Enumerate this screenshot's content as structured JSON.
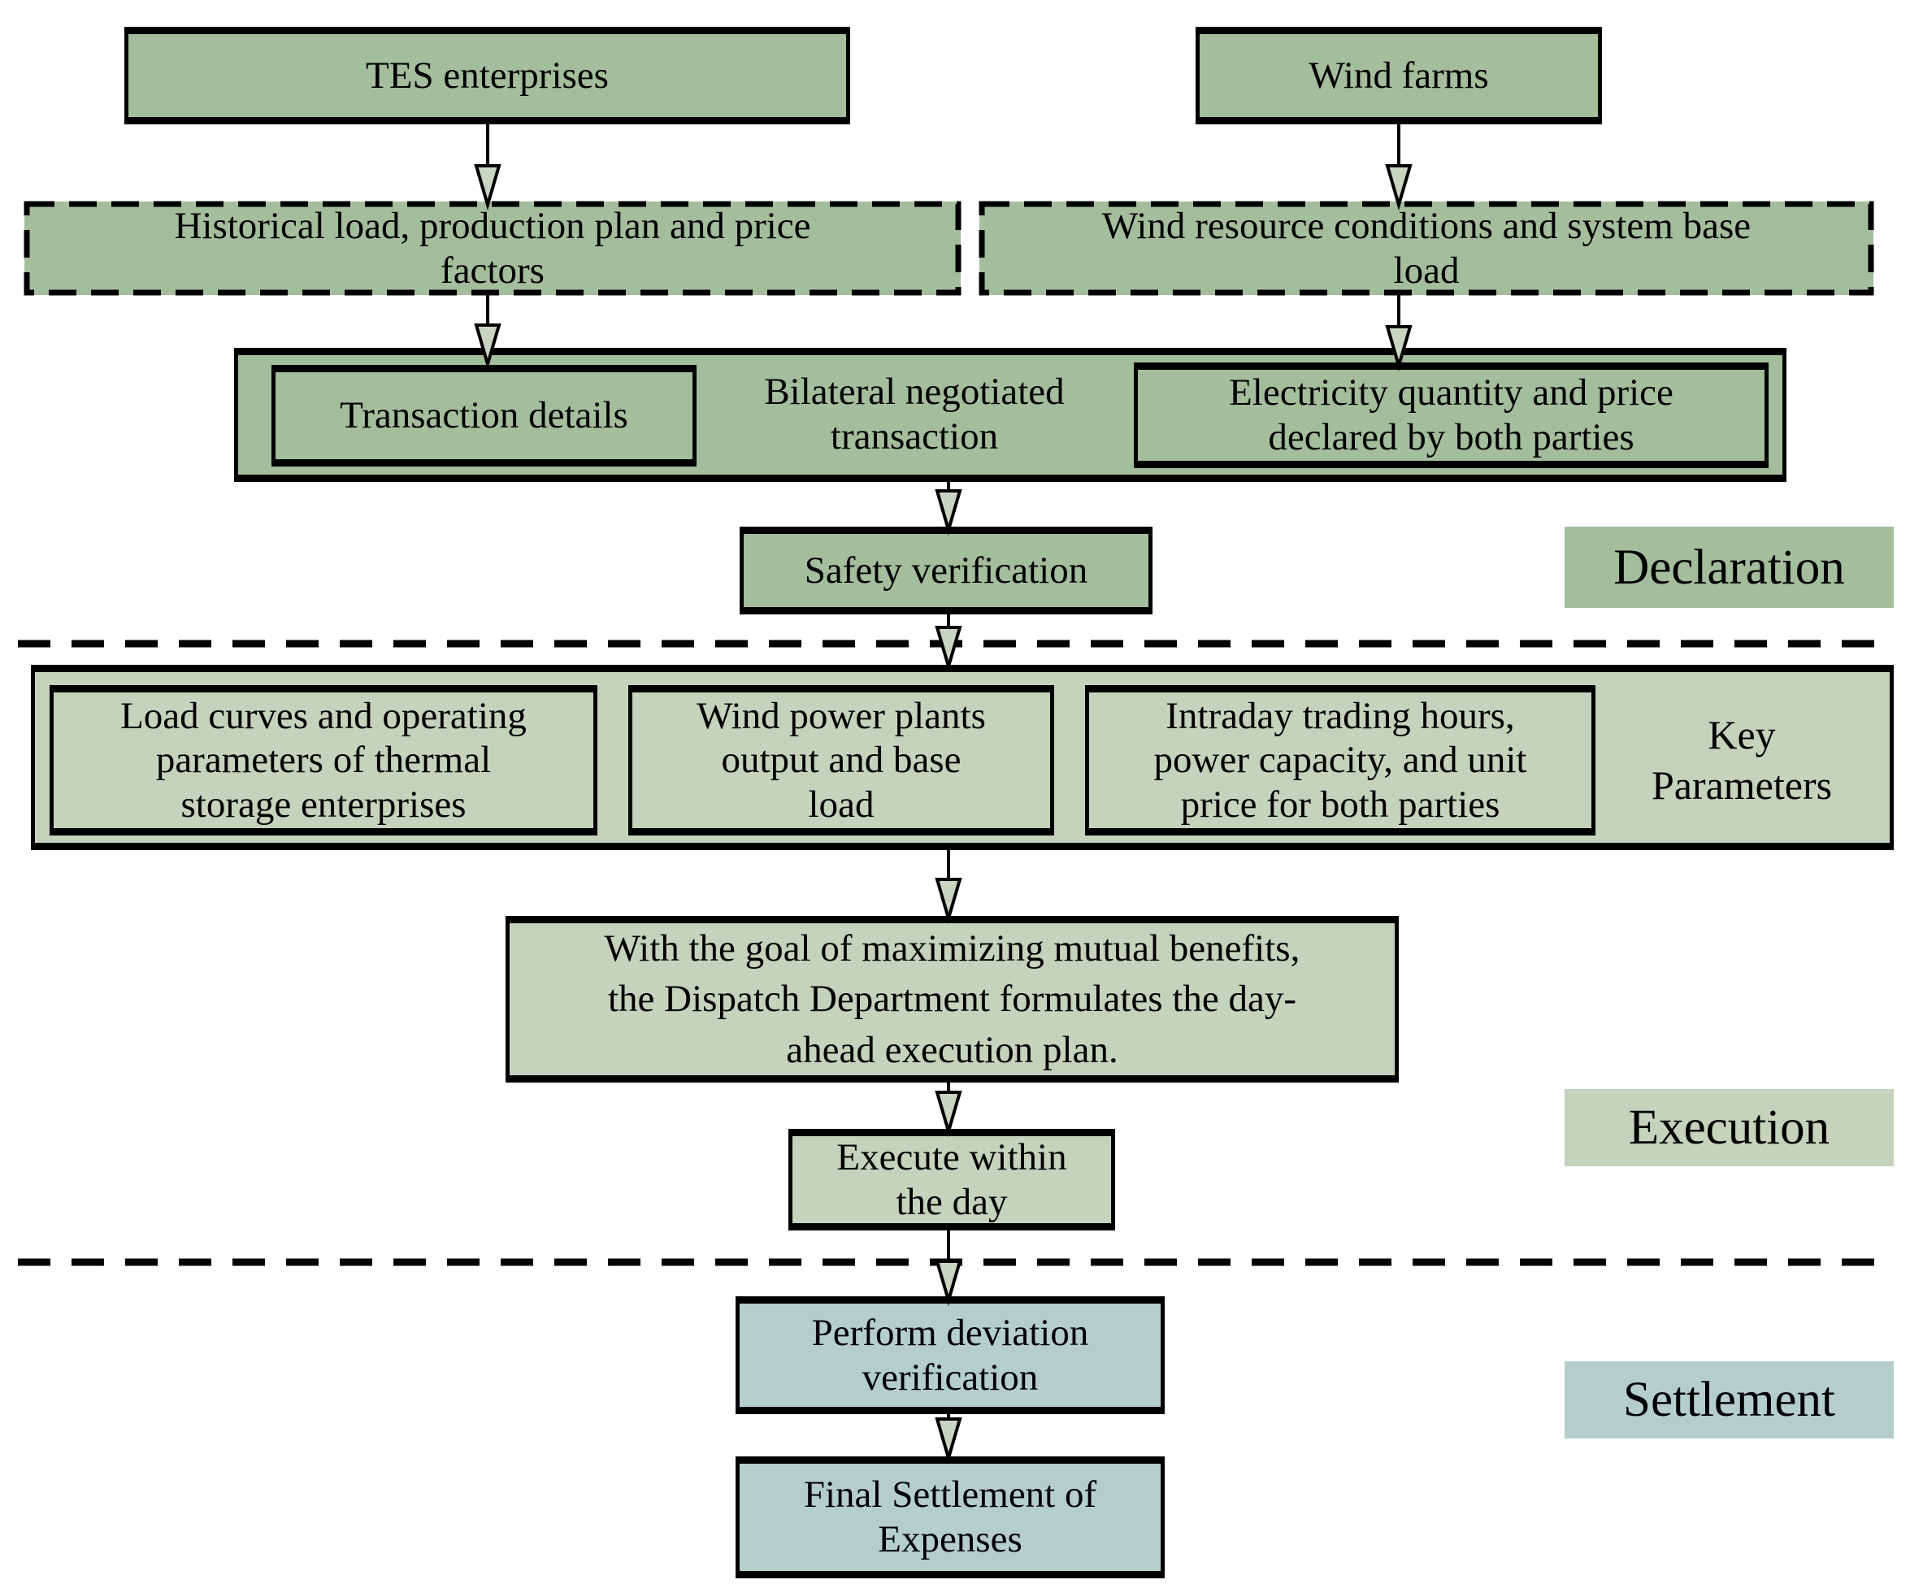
{
  "figure": {
    "type": "flowchart",
    "nodes": {
      "tes": "TES enterprises",
      "wind_farms": "Wind farms",
      "historical": "Historical load, production plan and price\nfactors",
      "wind_resource": "Wind resource conditions and system base\nload",
      "transaction_details": "Transaction details",
      "bilateral": "Bilateral negotiated\ntransaction",
      "electricity": "Electricity quantity and price\ndeclared by both parties",
      "safety": "Safety verification",
      "load_curves": "Load curves and operating\nparameters of thermal\nstorage enterprises",
      "wind_output": "Wind power plants\noutput and base\nload",
      "intraday": "Intraday trading hours,\npower capacity, and unit\nprice for both parties",
      "key_parameters": "Key\nParameters",
      "dispatch_plan": "With the goal of maximizing mutual benefits,\nthe Dispatch Department formulates the day-\nahead execution plan.",
      "execute_day": "Execute within\nthe day",
      "perform_deviation": "Perform deviation\nverification",
      "final_settlement": "Final Settlement of\nExpenses"
    },
    "section_labels": {
      "declaration": "Declaration",
      "execution": "Execution",
      "settlement": "Settlement"
    },
    "colors": {
      "declaration_fill": "#a3bd9d",
      "execution_fill": "#c5d2bc",
      "settlement_fill": "#b5cecc",
      "border": "#000000",
      "arrowhead_fill": "#c9d5c1"
    }
  }
}
